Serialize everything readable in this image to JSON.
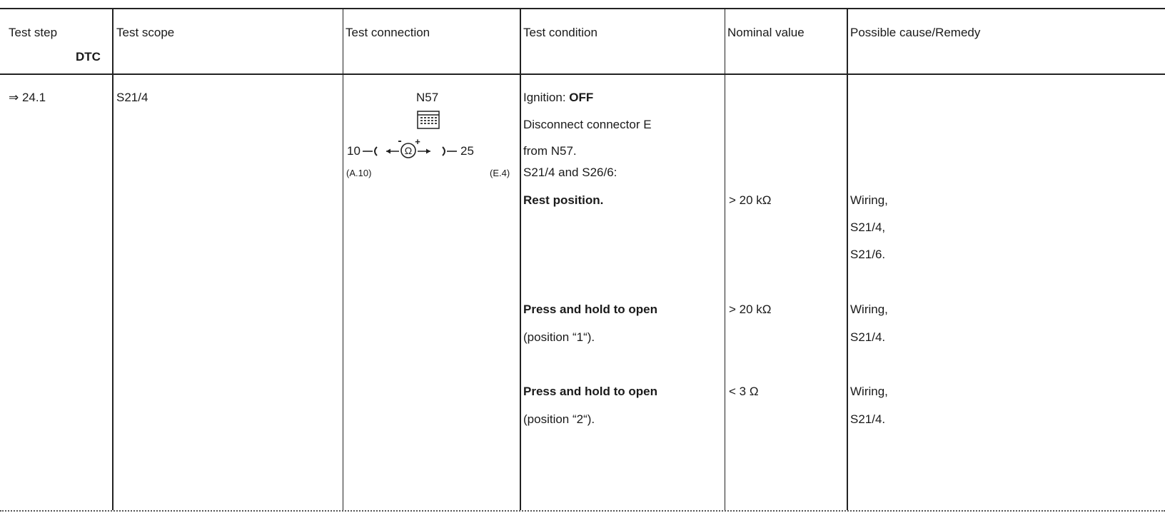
{
  "header": {
    "test_step": "Test step",
    "dtc": "DTC",
    "test_scope": "Test scope",
    "test_connection": "Test connection",
    "test_condition": "Test condition",
    "nominal_value": "Nominal value",
    "possible_cause": "Possible cause/Remedy"
  },
  "row": {
    "step": "⇒ 24.1",
    "scope": "S21/4",
    "connection": {
      "module": "N57",
      "pin_left": "10",
      "pin_right": "25",
      "ref_left": "(A.10)",
      "ref_right": "(E.4)",
      "meter_symbol": "Ω",
      "meter_minus": "-",
      "meter_plus": "+"
    },
    "conditions": {
      "ignition_label": "Ignition: ",
      "ignition_value": "OFF",
      "disconnect_line1": "Disconnect connector E",
      "disconnect_line2": "from N57.",
      "switches": "S21/4 and S26/6:"
    },
    "checks": [
      {
        "condition": "Rest position.",
        "condition_note": "",
        "nominal": "> 20 kΩ",
        "remedy": [
          "Wiring,",
          "S21/4,",
          "S21/6."
        ]
      },
      {
        "condition": "Press and hold to open",
        "condition_note": "(position “1“).",
        "nominal": "> 20 kΩ",
        "remedy": [
          "Wiring,",
          "S21/4."
        ]
      },
      {
        "condition": "Press and hold to open",
        "condition_note": "(position “2“).",
        "nominal": "< 3 Ω",
        "remedy": [
          "Wiring,",
          "S21/4."
        ]
      }
    ]
  }
}
